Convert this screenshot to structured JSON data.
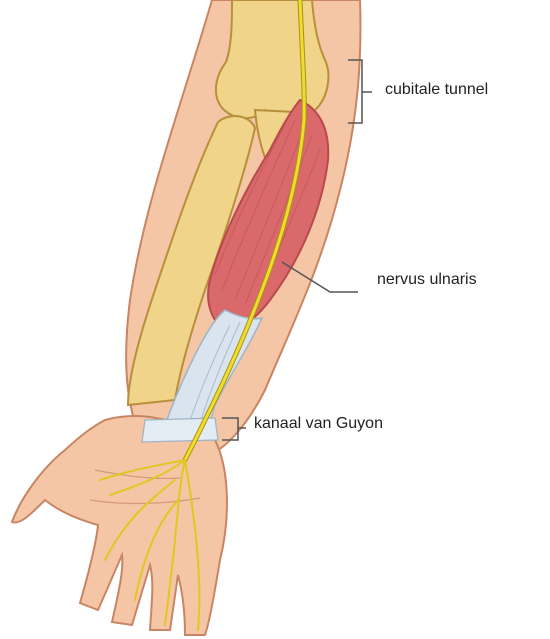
{
  "labels": {
    "cubital_tunnel": "cubitale tunnel",
    "ulnar_nerve": "nervus ulnaris",
    "guyon_canal": "kanaal van Guyon"
  },
  "colors": {
    "skin": "#f4c6a6",
    "skin_outline": "#c98563",
    "bone": "#f0d489",
    "bone_outline": "#b88f3b",
    "muscle": "#d9696a",
    "muscle_dark": "#b84a4c",
    "tendon": "#d9e4ef",
    "nerve": "#f0dc2a",
    "nerve_outline": "#a8931a",
    "leader_line": "#555555"
  }
}
